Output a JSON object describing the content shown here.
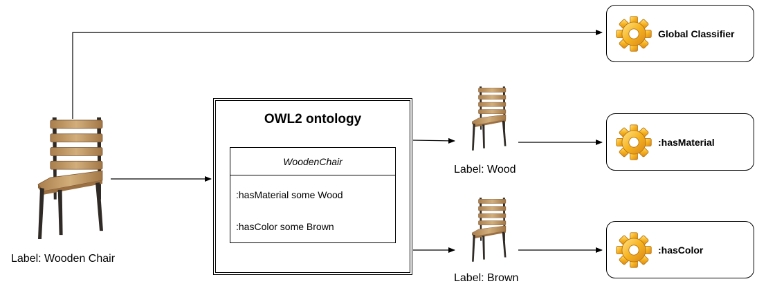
{
  "diagram": {
    "input_label": "Label: Wooden Chair",
    "ontology": {
      "title": "OWL2 ontology",
      "class_name": "WoodenChair",
      "attributes": [
        ":hasMaterial some Wood",
        ":hasColor some Brown"
      ]
    },
    "outputs": [
      {
        "label": "Label: Wood"
      },
      {
        "label": "Label: Brown"
      }
    ],
    "classifiers": [
      {
        "label": "Global Classifier",
        "icon": "gear-icon"
      },
      {
        "label": ":hasMaterial",
        "icon": "gear-icon"
      },
      {
        "label": ":hasColor",
        "icon": "gear-icon"
      }
    ],
    "colors": {
      "gear": "#f2a31c",
      "wood": "#b88f5a",
      "legs": "#2f2a25"
    }
  }
}
